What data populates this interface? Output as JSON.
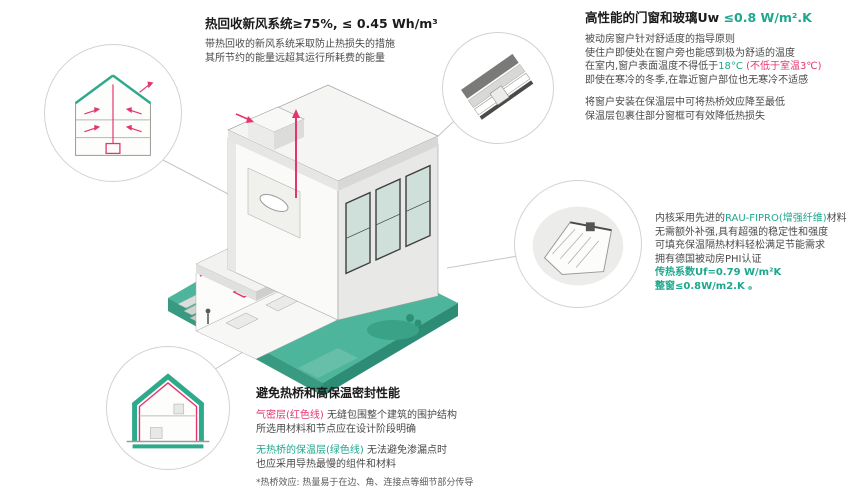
{
  "colors": {
    "accent_teal": "#1ea78c",
    "accent_red": "#e5356f",
    "platform_teal": "#4cb59b",
    "body_text": "#4a4a4a",
    "heading_text": "#1b1b1b"
  },
  "illustrations": {
    "center": "house-cutaway-isometric",
    "top_left": "house-section-ventilation-detail",
    "top_right": "window-corner-detail",
    "right": "window-frame-profile-detail",
    "bottom_left": "house-section-insulation-detail"
  },
  "ventilation": {
    "title": "热回收新风系统≥75%, ≤ 0.45 Wh/m³",
    "line1": "带热回收的新风系统采取防止热损失的措施",
    "line2": "其所节约的能量远超其运行所耗费的能量"
  },
  "windows": {
    "title_label": "高性能的门窗和玻璃Uw ",
    "title_value": "≤0.8 W/m².K",
    "p1_l1": "被动房窗户针对舒适度的指导原则",
    "p1_l2": "使住户即使处在窗户旁也能感到极为舒适的温度",
    "p1_l3a": "在室内,窗户表面温度不得低于",
    "p1_l3b": "18°C",
    "p1_l3c": " (不低于室温3℃)",
    "p1_l4": "即使在寒冷的冬季,在靠近窗户部位也无寒冷不适感",
    "p2_l1": "将窗户安装在保温层中可将热桥效应降至最低",
    "p2_l2": "保温层包裹住部分窗框可有效降低热损失"
  },
  "frame": {
    "l1a": "内核采用先进的",
    "l1b": "RAU-FIPRO(增强纤维)",
    "l1c": "材料",
    "l2": "无需额外补强,具有超强的稳定性和强度",
    "l3": "可填充保温隔热材料轻松满足节能需求",
    "l4": "拥有德国被动房PHI认证",
    "l5": "传热系数Uf=0.79 W/m²K",
    "l6": "整窗≤0.8W/m2.K 。"
  },
  "thermal": {
    "title": "避免热桥和高保温密封性能",
    "l1a": "气密层(红色线)",
    "l1b": " 无缝包围整个建筑的围护结构",
    "l2": "所选用材料和节点应在设计阶段明确",
    "l3a": "无热桥的保温层(绿色线)",
    "l3b": " 无法避免渗漏点时",
    "l4": "也应采用导热最慢的组件和材料",
    "footnote": "*热桥效应: 热量易于在边、角、连接点等细节部分传导"
  }
}
